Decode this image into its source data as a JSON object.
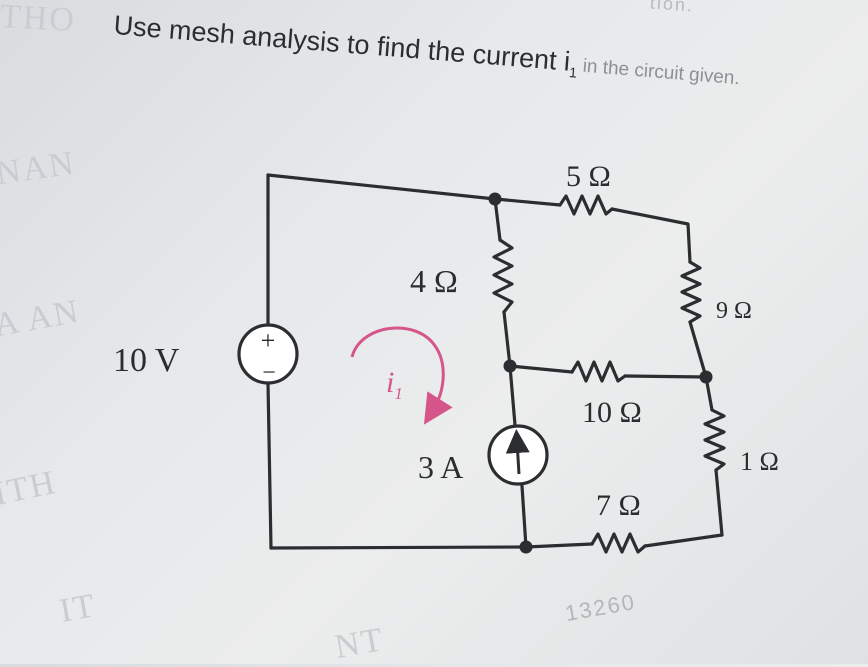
{
  "prompt": {
    "lead": "Use mesh analysis to find the current i",
    "subscript": "1",
    "tail": " in the circuit given."
  },
  "background_fragments": {
    "top_left": "THO",
    "left_1": "NAN",
    "left_2": "A AN",
    "left_3": "ITH",
    "bottom_left": "IT",
    "bottom_mid": "NT",
    "bottom_right": "13260",
    "top_right": "tion."
  },
  "circuit": {
    "source_voltage": "10 V",
    "source_plus": "+",
    "source_minus": "−",
    "current_source": "3 A",
    "mesh_current": "i",
    "mesh_current_subscript": "1",
    "resistors": {
      "r_5": "5 Ω",
      "r_4": "4 Ω",
      "r_9": "9 Ω",
      "r_10": "10 Ω",
      "r_1": "1 Ω",
      "r_7": "7 Ω"
    },
    "colors": {
      "wire": "#2b2d30",
      "mesh_arrow": "#d6558a"
    }
  }
}
